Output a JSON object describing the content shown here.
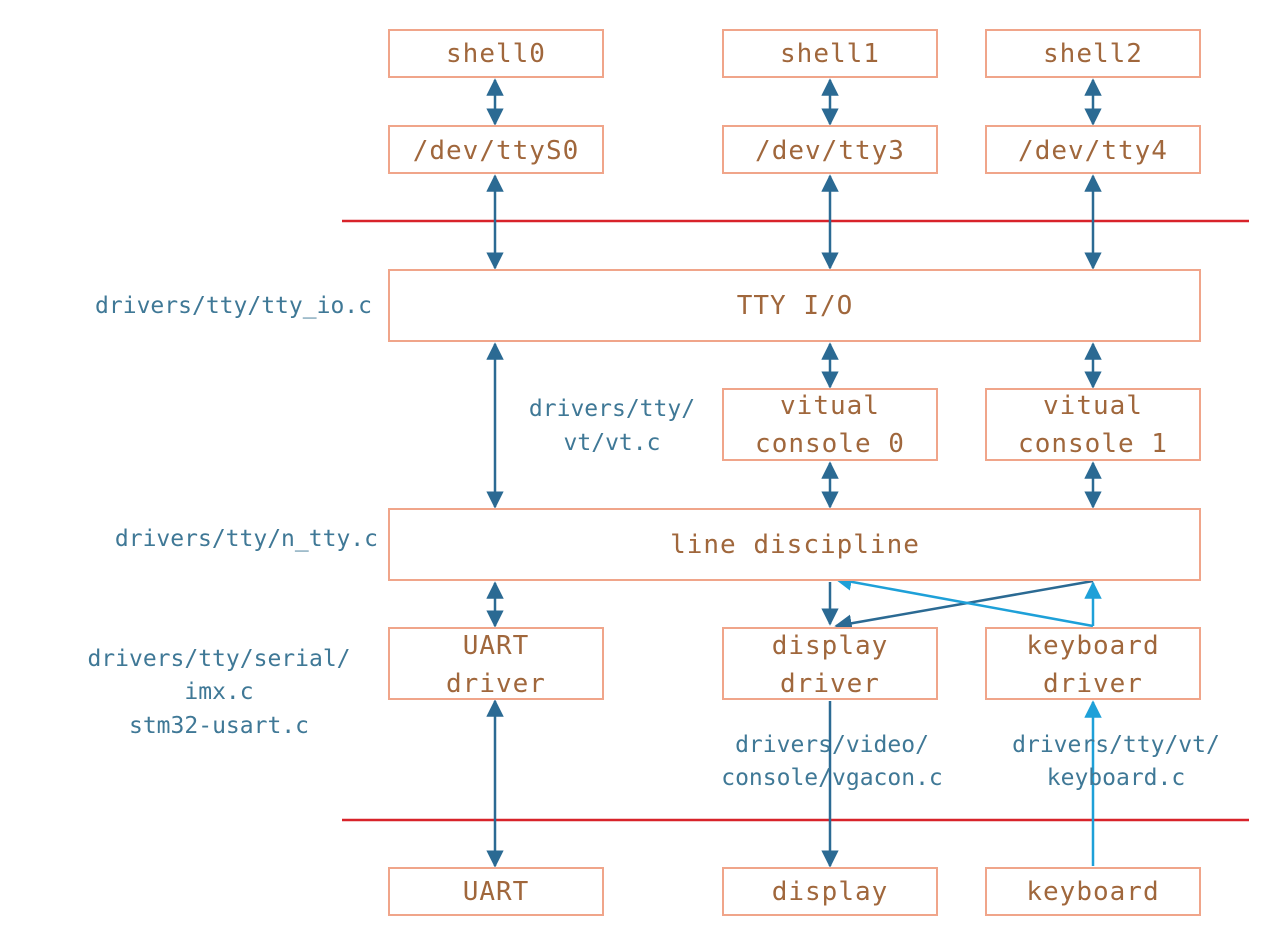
{
  "boxes": {
    "shell0": "shell0",
    "shell1": "shell1",
    "shell2": "shell2",
    "dev_ttyS0": "/dev/ttyS0",
    "dev_tty3": "/dev/tty3",
    "dev_tty4": "/dev/tty4",
    "tty_io": "TTY I/O",
    "vc0_line1": "vitual",
    "vc0_line2": "console 0",
    "vc1_line1": "vitual",
    "vc1_line2": "console 1",
    "line_discipline": "line discipline",
    "uart_driver_line1": "UART",
    "uart_driver_line2": "driver",
    "display_driver_line1": "display",
    "display_driver_line2": "driver",
    "keyboard_driver_line1": "keyboard",
    "keyboard_driver_line2": "driver",
    "uart": "UART",
    "display": "display",
    "keyboard": "keyboard"
  },
  "labels": {
    "tty_io_c": "drivers/tty/tty_io.c",
    "vt_c_line1": "drivers/tty/",
    "vt_c_line2": "vt/vt.c",
    "n_tty_c": "drivers/tty/n_tty.c",
    "serial_line1": "drivers/tty/serial/",
    "serial_line2": "imx.c",
    "serial_line3": "stm32-usart.c",
    "vgacon_line1": "drivers/video/",
    "vgacon_line2": "console/vgacon.c",
    "keyboard_c_line1": "drivers/tty/vt/",
    "keyboard_c_line2": "keyboard.c"
  },
  "colors": {
    "box_border": "#f0a58a",
    "box_text": "#a0673c",
    "path_text": "#3f7896",
    "boundary_line": "#d8232a",
    "arrow_dark": "#2b6a93",
    "arrow_light": "#1ea0d8"
  }
}
